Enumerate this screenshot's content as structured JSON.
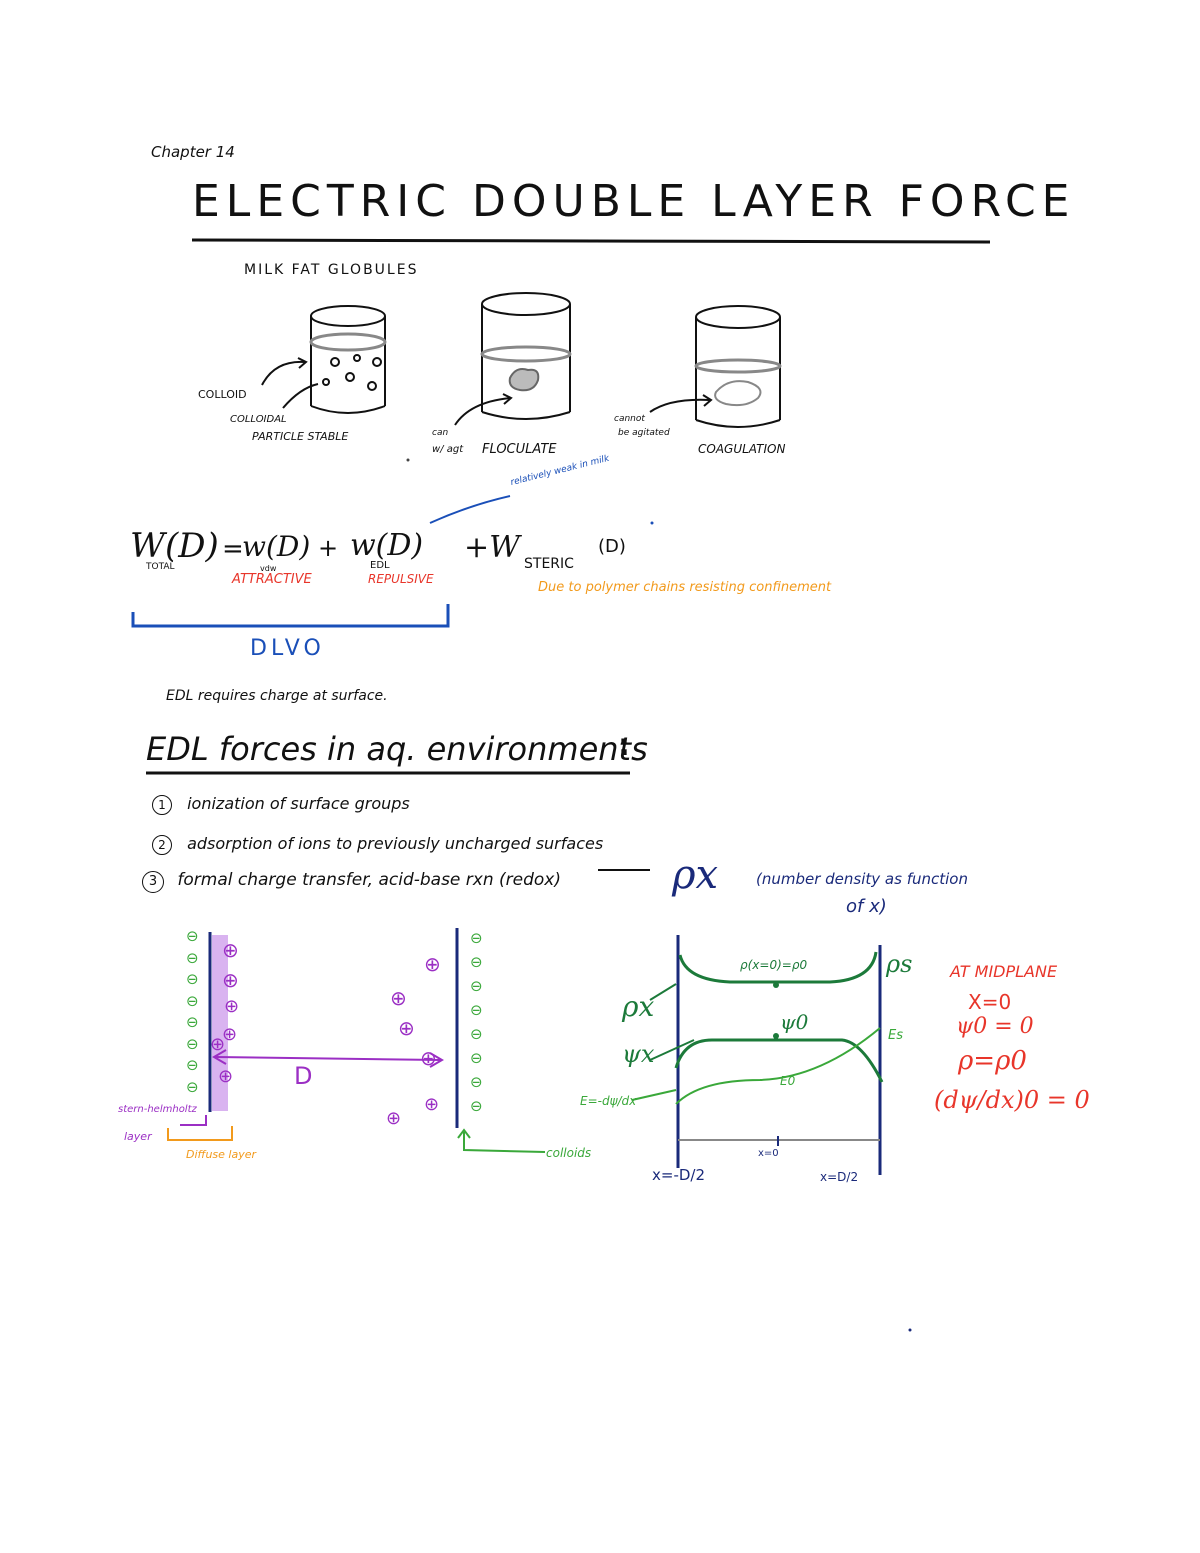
{
  "header": {
    "chapter": "Chapter 14",
    "title": "ELECTRIC DOUBLE LAYER FORCE"
  },
  "milk": {
    "heading": "MILK FAT GLOBULES",
    "colloid_label": "COLLOID",
    "stable_label_1": "COLLOIDAL",
    "stable_label_2": "PARTICLE STABLE",
    "cup2_note_1": "can",
    "cup2_note_2": "w/ agt",
    "cup2_label": "FLOCULATE",
    "cup3_note_1": "cannot",
    "cup3_note_2": "be agitated",
    "cup3_label": "COAGULATION"
  },
  "equation": {
    "w_total": "W(D)",
    "sub_total": "TOTAL",
    "equals": "=",
    "w_vdw": "w(D)",
    "sub_vdw": "vdw",
    "plus": "+",
    "w_edl": "w(D)",
    "sub_edl": "EDL",
    "steric_plus": "+W",
    "steric_sub": "STERIC",
    "steric_arg": "(D)",
    "attractive": "ATTRACTIVE",
    "repulsive": "REPULSIVE",
    "blue_note": "relatively weak in milk",
    "steric_note": "Due to polymer chains resisting confinement",
    "dlvo": "DLVO",
    "edl_requires": "EDL requires charge at surface."
  },
  "section": {
    "heading": "EDL forces in aq. environments",
    "colon": ":",
    "items": [
      {
        "num": "1",
        "text": "ionization of surface groups"
      },
      {
        "num": "2",
        "text": "adsorption of ions to previously uncharged surfaces"
      },
      {
        "num": "3",
        "text": "formal charge transfer, acid-base rxn (redox)"
      }
    ],
    "rho_x": "ρx",
    "rho_note_1": "(number density as function",
    "rho_note_2": "of x)"
  },
  "plates": {
    "neg": "⊖",
    "pos": "⊕",
    "d_label": "D",
    "stern_1": "stern-helmholtz",
    "stern_2": "layer",
    "diffuse": "Diffuse layer",
    "colloid": "colloids"
  },
  "graph": {
    "rho_x": "ρx",
    "rho_s": "ρs",
    "rho_mid": "ρ(x=0)=ρ0",
    "psi_x": "ψx",
    "psi_0": "ψ0",
    "e_s": "Es",
    "e_0": "E0",
    "e_def": "E=-dψ/dx",
    "x_left": "x=-D/2",
    "x_mid": "x=0",
    "x_right": "x=D/2"
  },
  "midplane": {
    "title": "AT MIDPLANE",
    "l1": "X=0",
    "l2": "ψ0 = 0",
    "l3": "ρ=ρ0",
    "l4": "(dψ/dx)0 = 0"
  },
  "colors": {
    "ink": "#111111",
    "red": "#e8352a",
    "orange": "#f29a1c",
    "blue": "#1a4fb8",
    "navy": "#1a2a7a",
    "purple": "#9b2fc4",
    "green": "#3aa83a",
    "darkgreen": "#1c7a3a"
  }
}
